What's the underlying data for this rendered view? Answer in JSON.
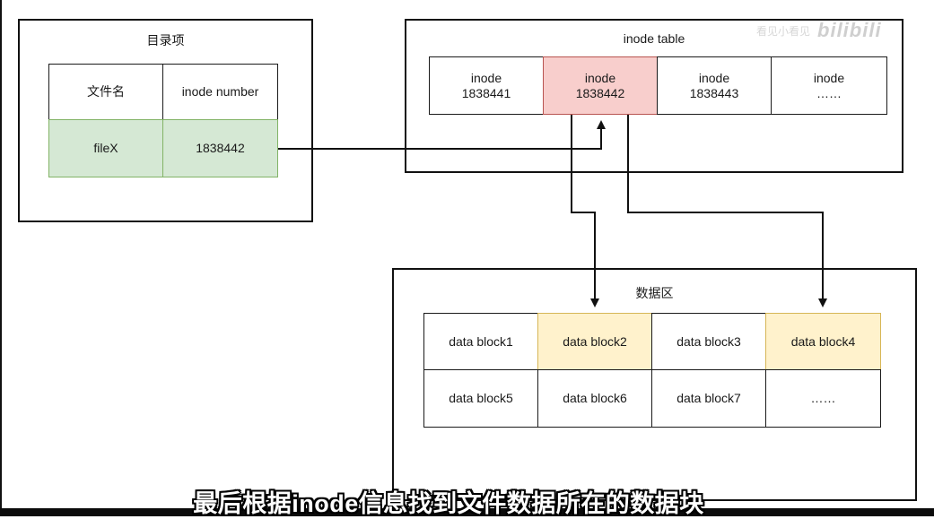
{
  "directory": {
    "title": "目录项",
    "headers": [
      "文件名",
      "inode number"
    ],
    "row": [
      "fileX",
      "1838442"
    ]
  },
  "inode_table": {
    "title": "inode table",
    "cells": [
      {
        "label": "inode",
        "number": "1838441"
      },
      {
        "label": "inode",
        "number": "1838442",
        "highlight": "#f8cecc"
      },
      {
        "label": "inode",
        "number": "1838443"
      },
      {
        "label": "inode",
        "number": "……"
      }
    ]
  },
  "data_area": {
    "title": "数据区",
    "rows": [
      [
        "data block1",
        "data block2",
        "data block3",
        "data block4"
      ],
      [
        "data block5",
        "data block6",
        "data block7",
        "……"
      ]
    ],
    "highlighted": [
      "data block2",
      "data block4"
    ]
  },
  "colors": {
    "green_fill": "#d5e8d4",
    "green_border": "#82b366",
    "red_fill": "#f8cecc",
    "red_border": "#b85450",
    "yellow_fill": "#fff2cc",
    "yellow_border": "#d6b656"
  },
  "watermark": {
    "text": "看见小看见",
    "logo": "bilibili"
  },
  "subtitle": "最后根据inode信息找到文件数据所在的数据块"
}
